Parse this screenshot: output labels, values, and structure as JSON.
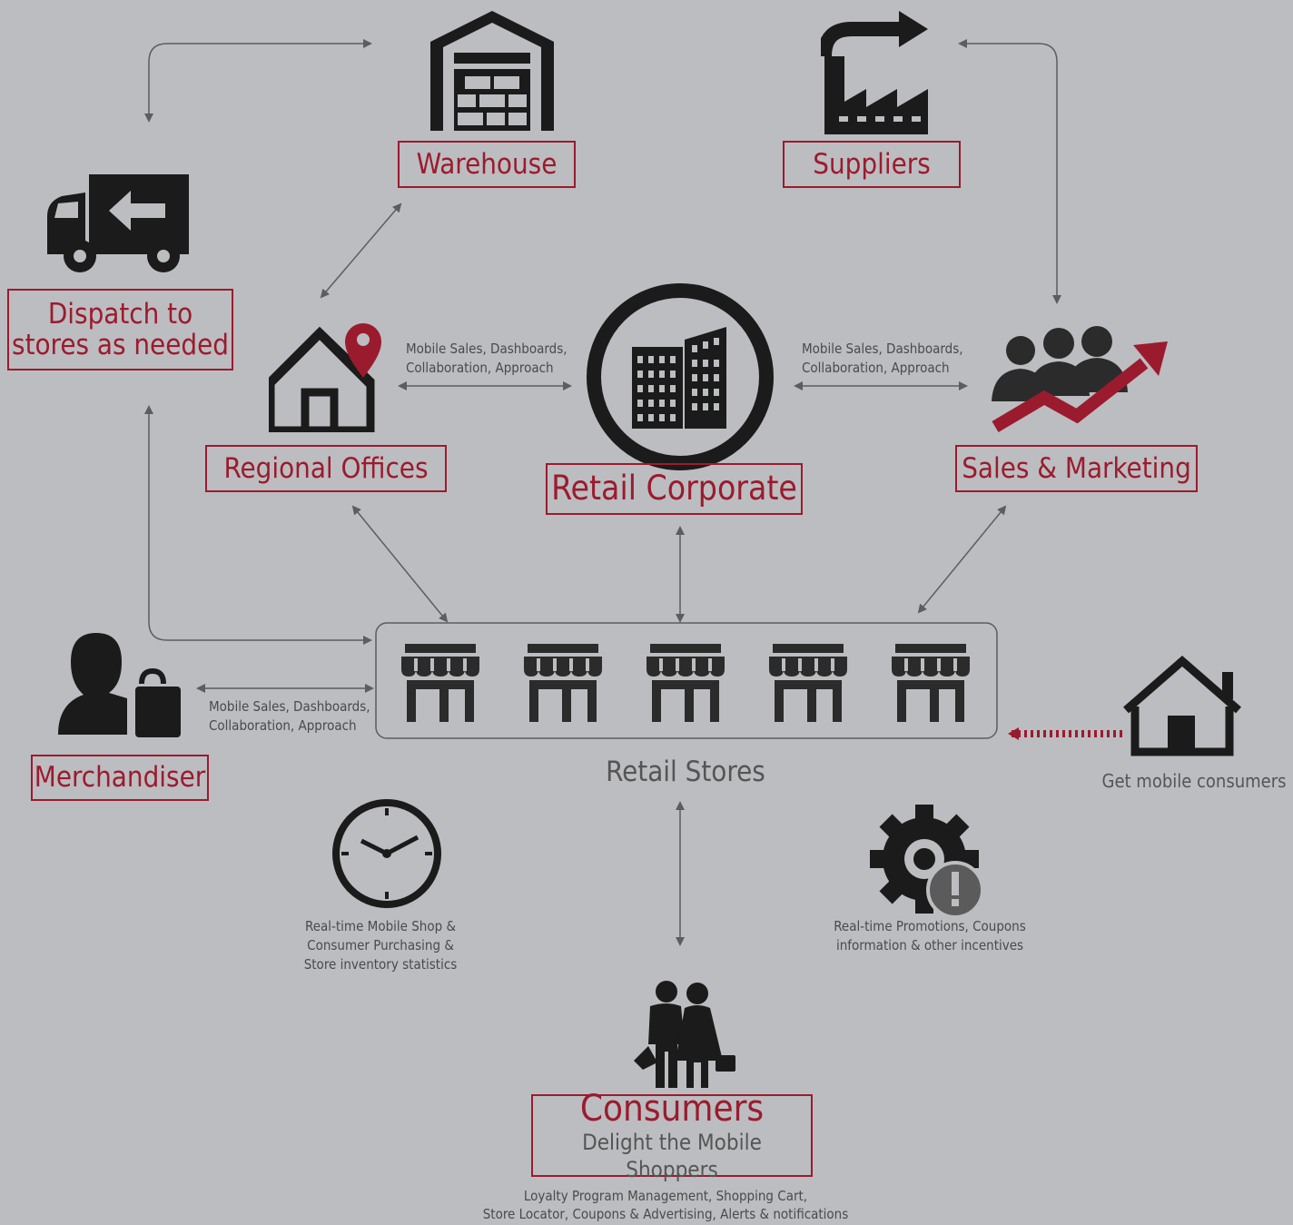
{
  "nodes": {
    "warehouse": "Warehouse",
    "suppliers": "Suppliers",
    "dispatch": [
      "Dispatch to",
      "stores as needed"
    ],
    "regional": "Regional Offices",
    "corporate": "Retail Corporate",
    "sales": "Sales & Marketing",
    "merchandiser": "Merchandiser",
    "stores": "Retail Stores",
    "mobile_consumers": "Get mobile consumers",
    "consumers_title": "Consumers",
    "consumers_subtitle": "Delight the Mobile Shoppers"
  },
  "notes": {
    "regional_corporate": [
      "Mobile Sales, Dashboards,",
      "Collaboration, Approach"
    ],
    "corporate_sales": [
      "Mobile Sales, Dashboards,",
      "Collaboration, Approach"
    ],
    "merchandiser_stores": [
      "Mobile Sales, Dashboards,",
      "Collaboration, Approach"
    ],
    "clock": [
      "Real-time Mobile Shop &",
      "Consumer Purchasing &",
      "Store inventory statistics"
    ],
    "gear": [
      "Real-time Promotions, Coupons",
      "information & other incentives"
    ],
    "consumers": [
      "Loyalty Program Management, Shopping Cart,",
      "Store Locator,  Coupons & Advertising, Alerts & notifications"
    ]
  },
  "colors": {
    "accent": "#9b1b2e",
    "background": "#bcbdc0",
    "icon": "#1b1b1b",
    "arrow": "#5d5d5d"
  },
  "icons": [
    "warehouse-icon",
    "factory-icon",
    "truck-icon",
    "house-pin-icon",
    "corporate-building-icon",
    "sales-growth-icon",
    "merchandiser-icon",
    "store-icon",
    "home-icon",
    "clock-icon",
    "gear-alert-icon",
    "shoppers-icon"
  ]
}
